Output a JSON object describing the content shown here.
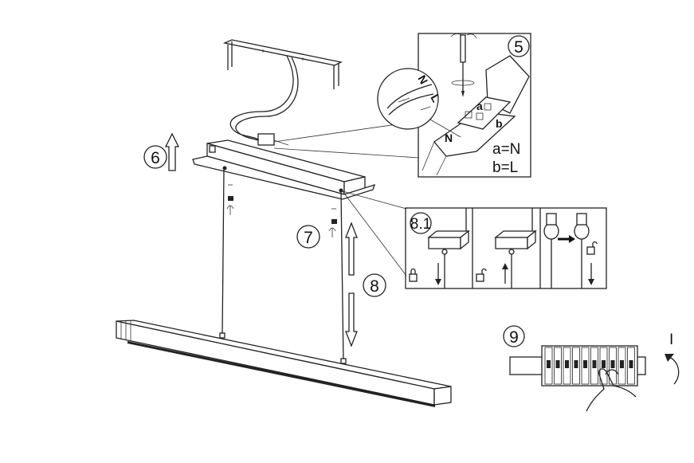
{
  "steps": {
    "s5": "5",
    "s6": "6",
    "s7": "7",
    "s8": "8",
    "s8_1": "8.1",
    "s9": "9"
  },
  "wiring": {
    "a_label": "a=N",
    "b_label": "b=L",
    "mark_a": "a",
    "mark_b": "b",
    "detail_n": "N",
    "detail_l": "L"
  },
  "breaker": {
    "switch_on": "I"
  },
  "icons": [
    "lock-icon",
    "unlock-icon",
    "arrow-up-icon",
    "arrow-down-icon",
    "arrow-right-icon",
    "curved-arrow-icon",
    "hand-icon",
    "screwdriver-icon"
  ]
}
